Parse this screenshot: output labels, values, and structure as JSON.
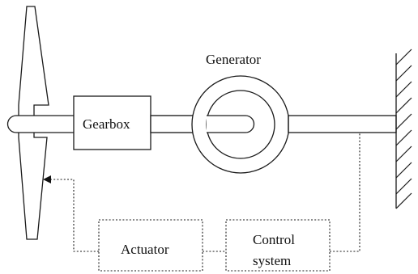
{
  "labels": {
    "generator": "Generator",
    "gearbox": "Gearbox",
    "actuator": "Actuator",
    "control_line1": "Control",
    "control_line2": "system"
  }
}
